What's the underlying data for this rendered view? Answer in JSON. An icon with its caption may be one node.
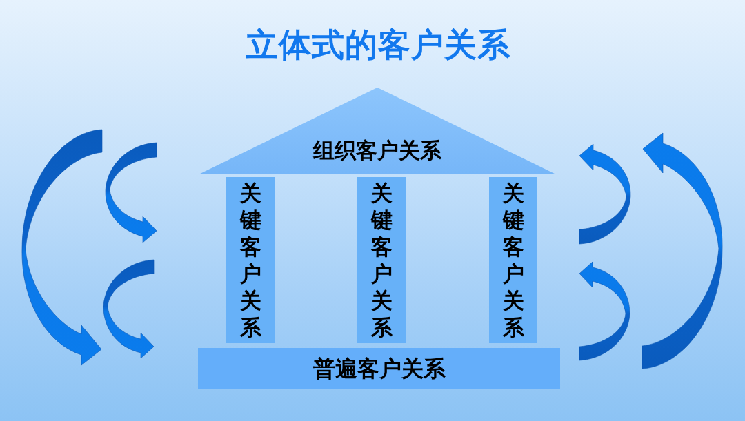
{
  "diagram": {
    "title": "立体式的客户关系",
    "nodes": [
      {
        "text": [
          "组织客户关系"
        ]
      },
      {
        "text": [
          "关键客户关系"
        ]
      },
      {
        "text": [
          "关键客户关系"
        ]
      },
      {
        "text": [
          "关键客户关系"
        ]
      },
      {
        "text": [
          "普遍客户关系"
        ]
      }
    ]
  }
}
